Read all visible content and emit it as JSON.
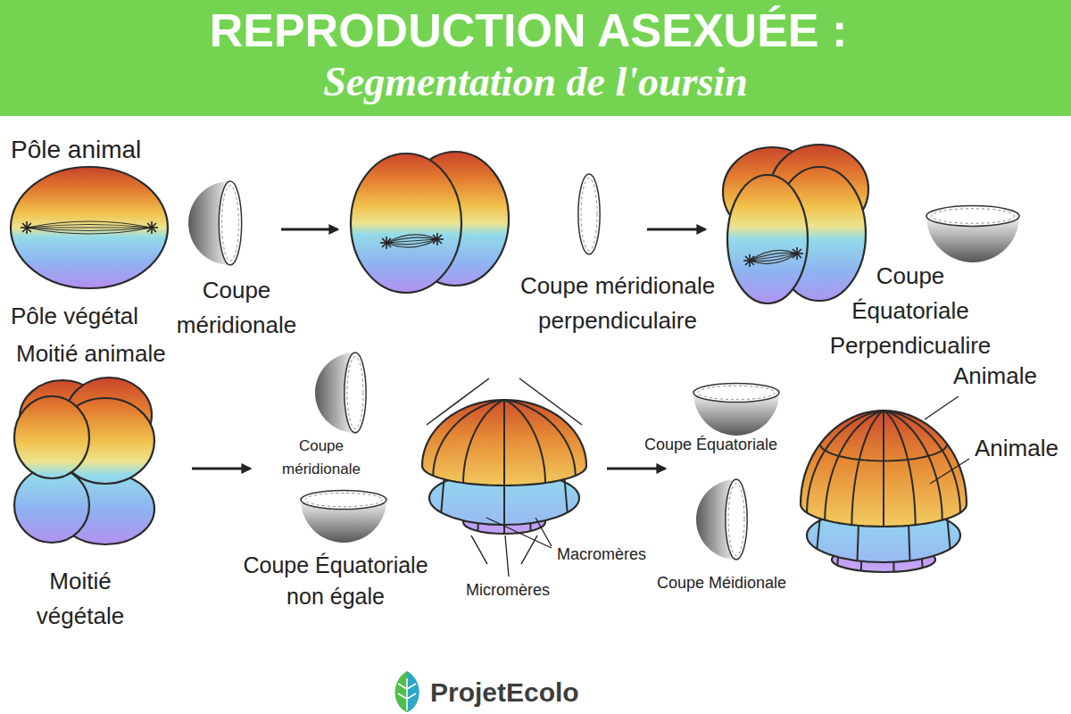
{
  "diagram": {
    "title": "REPRODUCTION ASEXUÉE :",
    "labels": [
      "Segmentation de l'oursin",
      "Pôle animal",
      "Coupe méridionale",
      "Coupe méridionale perpendiculaire",
      "Coupe Équatoriale Perpendicualire",
      "Pôle végétal",
      "Moitié animale",
      "Animale",
      "Animale",
      "Coupe méridionale",
      "Coupe Équatoriale non égale",
      "Macromères",
      "Micromères",
      "Coupe Équatoriale",
      "Coupe Méidionale",
      "Moitié végétale",
      "ProjetEcolo"
    ]
  }
}
